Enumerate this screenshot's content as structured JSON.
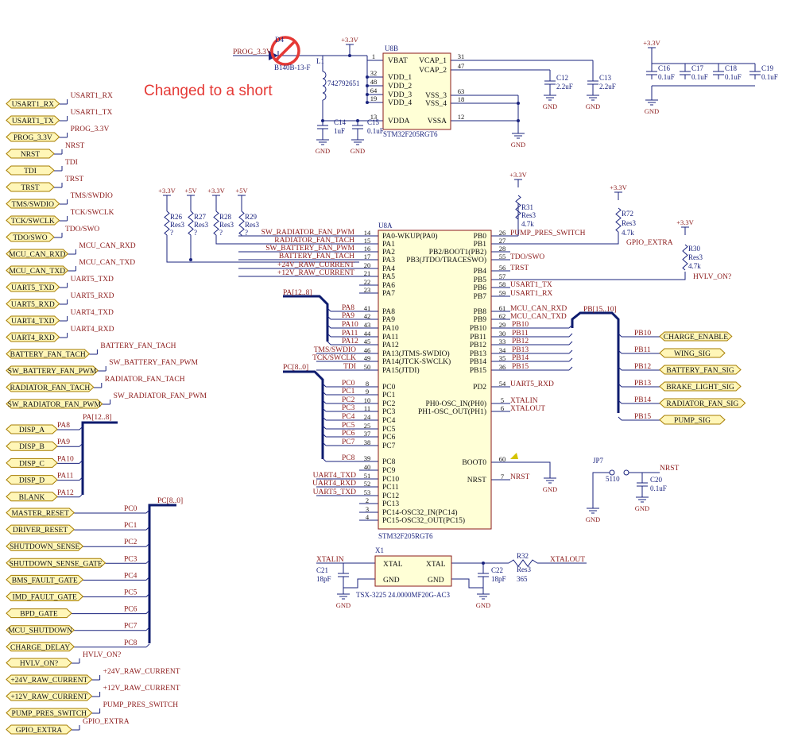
{
  "annotation": "Changed to a short",
  "left_ports": [
    {
      "label": "USART1_RX",
      "net": "USART1_RX"
    },
    {
      "label": "USART1_TX",
      "net": "USART1_TX"
    },
    {
      "label": "PROG_3.3V",
      "net": "PROG_3.3V"
    },
    {
      "label": "NRST",
      "net": "NRST"
    },
    {
      "label": "TDI",
      "net": "TDI"
    },
    {
      "label": "TRST",
      "net": "TRST"
    },
    {
      "label": "TMS/SWDIO",
      "net": "TMS/SWDIO"
    },
    {
      "label": "TCK/SWCLK",
      "net": "TCK/SWCLK"
    },
    {
      "label": "TDO/SWO",
      "net": "TDO/SWO"
    },
    {
      "label": "MCU_CAN_RXD",
      "net": "MCU_CAN_RXD"
    },
    {
      "label": "MCU_CAN_TXD",
      "net": "MCU_CAN_TXD"
    },
    {
      "label": "UART5_TXD",
      "net": "UART5_TXD"
    },
    {
      "label": "UART5_RXD",
      "net": "UART5_RXD"
    },
    {
      "label": "UART4_TXD",
      "net": "UART4_TXD"
    },
    {
      "label": "UART4_RXD",
      "net": "UART4_RXD"
    },
    {
      "label": "BATTERY_FAN_TACH",
      "net": "BATTERY_FAN_TACH"
    },
    {
      "label": "SW_BATTERY_FAN_PWM",
      "net": "SW_BATTERY_FAN_PWM"
    },
    {
      "label": "RADIATOR_FAN_TACH",
      "net": "RADIATOR_FAN_TACH"
    },
    {
      "label": "SW_RADIATOR_FAN_PWM",
      "net": "SW_RADIATOR_FAN_PWM"
    }
  ],
  "disp_bus": {
    "name": "PA[12..8]",
    "ports": [
      {
        "label": "DISP_A",
        "net": "PA8"
      },
      {
        "label": "DISP_B",
        "net": "PA9"
      },
      {
        "label": "DISP_C",
        "net": "PA10"
      },
      {
        "label": "DISP_D",
        "net": "PA11"
      },
      {
        "label": "BLANK",
        "net": "PA12"
      }
    ]
  },
  "pc_bus": {
    "name": "PC[8..0]",
    "ports": [
      {
        "label": "MASTER_RESET",
        "net": "PC0"
      },
      {
        "label": "DRIVER_RESET",
        "net": "PC1"
      },
      {
        "label": "SHUTDOWN_SENSE",
        "net": "PC2"
      },
      {
        "label": "SHUTDOWN_SENSE_GATE",
        "net": "PC3"
      },
      {
        "label": "BMS_FAULT_GATE",
        "net": "PC4"
      },
      {
        "label": "IMD_FAULT_GATE",
        "net": "PC5"
      },
      {
        "label": "BPD_GATE",
        "net": "PC6"
      },
      {
        "label": "MCU_SHUTDOWN",
        "net": "PC7"
      },
      {
        "label": "CHARGE_DELAY",
        "net": "PC8"
      }
    ]
  },
  "bottom_ports": [
    {
      "label": "HVLV_ON?",
      "net": "HVLV_ON?"
    },
    {
      "label": "+24V_RAW_CURRENT",
      "net": "+24V_RAW_CURRENT"
    },
    {
      "label": "+12V_RAW_CURRENT",
      "net": "+12V_RAW_CURRENT"
    },
    {
      "label": "PUMP_PRES_SWITCH",
      "net": "PUMP_PRES_SWITCH"
    },
    {
      "label": "GPIO_EXTRA",
      "net": "GPIO_EXTRA"
    }
  ],
  "right_ports": {
    "bus": "PB[15..10]",
    "items": [
      {
        "net": "PB10",
        "label": "CHARGE_ENABLE"
      },
      {
        "net": "PB11",
        "label": "WING_SIG"
      },
      {
        "net": "PB12",
        "label": "BATTERY_FAN_SIG"
      },
      {
        "net": "PB13",
        "label": "BRAKE_LIGHT_SIG"
      },
      {
        "net": "PB14",
        "label": "RADIATOR_FAN_SIG"
      },
      {
        "net": "PB15",
        "label": "PUMP_SIG"
      }
    ]
  },
  "u8b": {
    "ref": "U8B",
    "part": "STM32F205RGT6",
    "left_pins": [
      {
        "num": "1",
        "name": "VBAT"
      },
      {
        "num": "32",
        "name": "VDD_1"
      },
      {
        "num": "48",
        "name": "VDD_2"
      },
      {
        "num": "64",
        "name": "VDD_3"
      },
      {
        "num": "19",
        "name": "VDD_4"
      },
      {
        "num": "13",
        "name": "VDDA"
      }
    ],
    "right_pins": [
      {
        "num": "31",
        "name": "VCAP_1"
      },
      {
        "num": "47",
        "name": "VCAP_2"
      },
      {
        "num": "63",
        "name": "VSS_3"
      },
      {
        "num": "18",
        "name": "VSS_4"
      },
      {
        "num": "12",
        "name": "VSSA"
      }
    ]
  },
  "u8a": {
    "ref": "U8A",
    "part": "STM32F205RGT6",
    "left_pins": [
      {
        "num": "14",
        "name": "PA0-WKUP(PA0)",
        "net": "SW_RADIATOR_FAN_PWM"
      },
      {
        "num": "15",
        "name": "PA1",
        "net": "RADIATOR_FAN_TACH"
      },
      {
        "num": "16",
        "name": "PA2",
        "net": "SW_BATTERY_FAN_PWM"
      },
      {
        "num": "17",
        "name": "PA3",
        "net": "BATTERY_FAN_TACH"
      },
      {
        "num": "20",
        "name": "PA4",
        "net": "+24V_RAW_CURRENT"
      },
      {
        "num": "21",
        "name": "PA5",
        "net": "+12V_RAW_CURRENT"
      },
      {
        "num": "22",
        "name": "PA6",
        "net": ""
      },
      {
        "num": "23",
        "name": "PA7",
        "net": ""
      },
      {
        "num": "41",
        "name": "PA8",
        "net": "PA8"
      },
      {
        "num": "42",
        "name": "PA9",
        "net": "PA9"
      },
      {
        "num": "43",
        "name": "PA10",
        "net": "PA10"
      },
      {
        "num": "44",
        "name": "PA11",
        "net": "PA11"
      },
      {
        "num": "45",
        "name": "PA12",
        "net": "PA12"
      },
      {
        "num": "46",
        "name": "PA13(JTMS-SWDIO)",
        "net": "TMS/SWDIO"
      },
      {
        "num": "49",
        "name": "PA14(JTCK-SWCLK)",
        "net": "TCK/SWCLK"
      },
      {
        "num": "50",
        "name": "PA15(JTDI)",
        "net": "TDI"
      },
      {
        "num": "8",
        "name": "PC0",
        "net": "PC0"
      },
      {
        "num": "9",
        "name": "PC1",
        "net": "PC1"
      },
      {
        "num": "10",
        "name": "PC2",
        "net": "PC2"
      },
      {
        "num": "11",
        "name": "PC3",
        "net": "PC3"
      },
      {
        "num": "24",
        "name": "PC4",
        "net": "PC4"
      },
      {
        "num": "25",
        "name": "PC5",
        "net": "PC5"
      },
      {
        "num": "37",
        "name": "PC6",
        "net": "PC6"
      },
      {
        "num": "38",
        "name": "PC7",
        "net": "PC7"
      },
      {
        "num": "39",
        "name": "PC8",
        "net": "PC8"
      },
      {
        "num": "40",
        "name": "PC9",
        "net": ""
      },
      {
        "num": "51",
        "name": "PC10",
        "net": "UART4_TXD"
      },
      {
        "num": "52",
        "name": "PC11",
        "net": "UART4_RXD"
      },
      {
        "num": "53",
        "name": "PC12",
        "net": "UART5_TXD"
      },
      {
        "num": "2",
        "name": "PC13",
        "net": ""
      },
      {
        "num": "3",
        "name": "PC14-OSC32_IN(PC14)",
        "net": ""
      },
      {
        "num": "4",
        "name": "PC15-OSC32_OUT(PC15)",
        "net": ""
      }
    ],
    "right_pins": [
      {
        "num": "26",
        "name": "PB0",
        "net": "PUMP_PRES_SWITCH"
      },
      {
        "num": "27",
        "name": "PB1",
        "net": ""
      },
      {
        "num": "28",
        "name": "PB2/BOOT1(PB2)",
        "net": ""
      },
      {
        "num": "55",
        "name": "PB3(JTDO/TRACESWO)",
        "net": "TDO/SWO"
      },
      {
        "num": "56",
        "name": "PB4",
        "net": "TRST"
      },
      {
        "num": "57",
        "name": "PB5",
        "net": ""
      },
      {
        "num": "58",
        "name": "PB6",
        "net": "USART1_TX"
      },
      {
        "num": "59",
        "name": "PB7",
        "net": "USART1_RX"
      },
      {
        "num": "61",
        "name": "PB8",
        "net": "MCU_CAN_RXD"
      },
      {
        "num": "62",
        "name": "PB9",
        "net": "MCU_CAN_TXD"
      },
      {
        "num": "29",
        "name": "PB10",
        "net": "PB10"
      },
      {
        "num": "30",
        "name": "PB11",
        "net": "PB11"
      },
      {
        "num": "33",
        "name": "PB12",
        "net": "PB12"
      },
      {
        "num": "34",
        "name": "PB13",
        "net": "PB13"
      },
      {
        "num": "35",
        "name": "PB14",
        "net": "PB14"
      },
      {
        "num": "36",
        "name": "PB15",
        "net": "PB15"
      },
      {
        "num": "54",
        "name": "PD2",
        "net": "UART5_RXD"
      },
      {
        "num": "5",
        "name": "PH0-OSC_IN(PH0)",
        "net": "XTALIN"
      },
      {
        "num": "6",
        "name": "PH1-OSC_OUT(PH1)",
        "net": "XTALOUT"
      },
      {
        "num": "60",
        "name": "BOOT0",
        "net": ""
      },
      {
        "num": "7",
        "name": "NRST",
        "net": "NRST"
      }
    ]
  },
  "power": {
    "v33": "+3.3V",
    "v5": "+5V",
    "gnd": "GND",
    "prog": "PROG_3.3V",
    "gpio_extra": "GPIO_EXTRA",
    "pump_pres": "PUMP_PRES_SWITCH",
    "hvlv": "HVLV_ON?",
    "nrst": "NRST",
    "xtalin": "XTALIN",
    "xtalout": "XTALOUT"
  },
  "components": {
    "d4": {
      "ref": "D4",
      "value": "B140B-13-F"
    },
    "l1": {
      "ref": "L1",
      "value": "742792651"
    },
    "c12": {
      "ref": "C12",
      "value": "2.2uF"
    },
    "c13": {
      "ref": "C13",
      "value": "2.2uF"
    },
    "c14": {
      "ref": "C14",
      "value": "1uF"
    },
    "c15": {
      "ref": "C15",
      "value": "0.1uF"
    },
    "c16": {
      "ref": "C16",
      "value": "0.1uF"
    },
    "c17": {
      "ref": "C17",
      "value": "0.1uF"
    },
    "c18": {
      "ref": "C18",
      "value": "0.1uF"
    },
    "c19": {
      "ref": "C19",
      "value": "0.1uF"
    },
    "r26": {
      "ref": "R26",
      "value": "Res3",
      "tol": "?"
    },
    "r27": {
      "ref": "R27",
      "value": "Res3",
      "tol": "?"
    },
    "r28": {
      "ref": "R28",
      "value": "Res3",
      "tol": "?"
    },
    "r29": {
      "ref": "R29",
      "value": "Res3",
      "tol": "?"
    },
    "r31": {
      "ref": "R31",
      "value": "Res3",
      "tol": "4.7k"
    },
    "r72": {
      "ref": "R72",
      "value": "Res3",
      "tol": "4.7k"
    },
    "r30": {
      "ref": "R30",
      "value": "Res3",
      "tol": "4.7k"
    },
    "jp7": {
      "ref": "JP7",
      "value": "5110"
    },
    "c20": {
      "ref": "C20",
      "value": "0.1uF"
    },
    "x1": {
      "ref": "X1",
      "part": "TSX-3225 24.0000MF20G-AC3",
      "p1": "XTAL",
      "p3": "XTAL",
      "p2": "GND",
      "p4": "GND"
    },
    "c21": {
      "ref": "C21",
      "value": "18pF"
    },
    "c22": {
      "ref": "C22",
      "value": "18pF"
    },
    "r32": {
      "ref": "R32",
      "value": "Res3",
      "tol": "365"
    }
  }
}
